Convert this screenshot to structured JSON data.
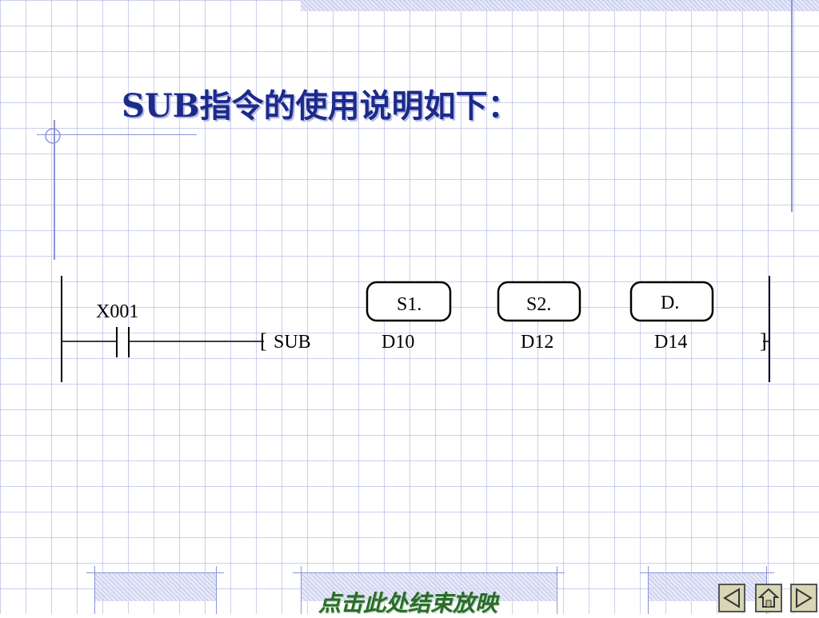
{
  "slide": {
    "title": "SUB指令的使用说明如下："
  },
  "diagram": {
    "contact_label": "X001",
    "instruction": "SUB",
    "open_bracket": "[",
    "close_bracket": "]",
    "operands": [
      {
        "tag": "S1.",
        "value": "D10"
      },
      {
        "tag": "S2.",
        "value": "D12"
      },
      {
        "tag": "D.",
        "value": "D14"
      }
    ]
  },
  "footer": {
    "end_show_link": "点击此处结束放映"
  },
  "nav": {
    "prev_icon": "prev-arrow-icon",
    "home_icon": "home-icon",
    "next_icon": "next-arrow-icon"
  },
  "colors": {
    "title": "#1c2a8a",
    "grid": "#a0aadc",
    "link": "#2b6b2b"
  }
}
